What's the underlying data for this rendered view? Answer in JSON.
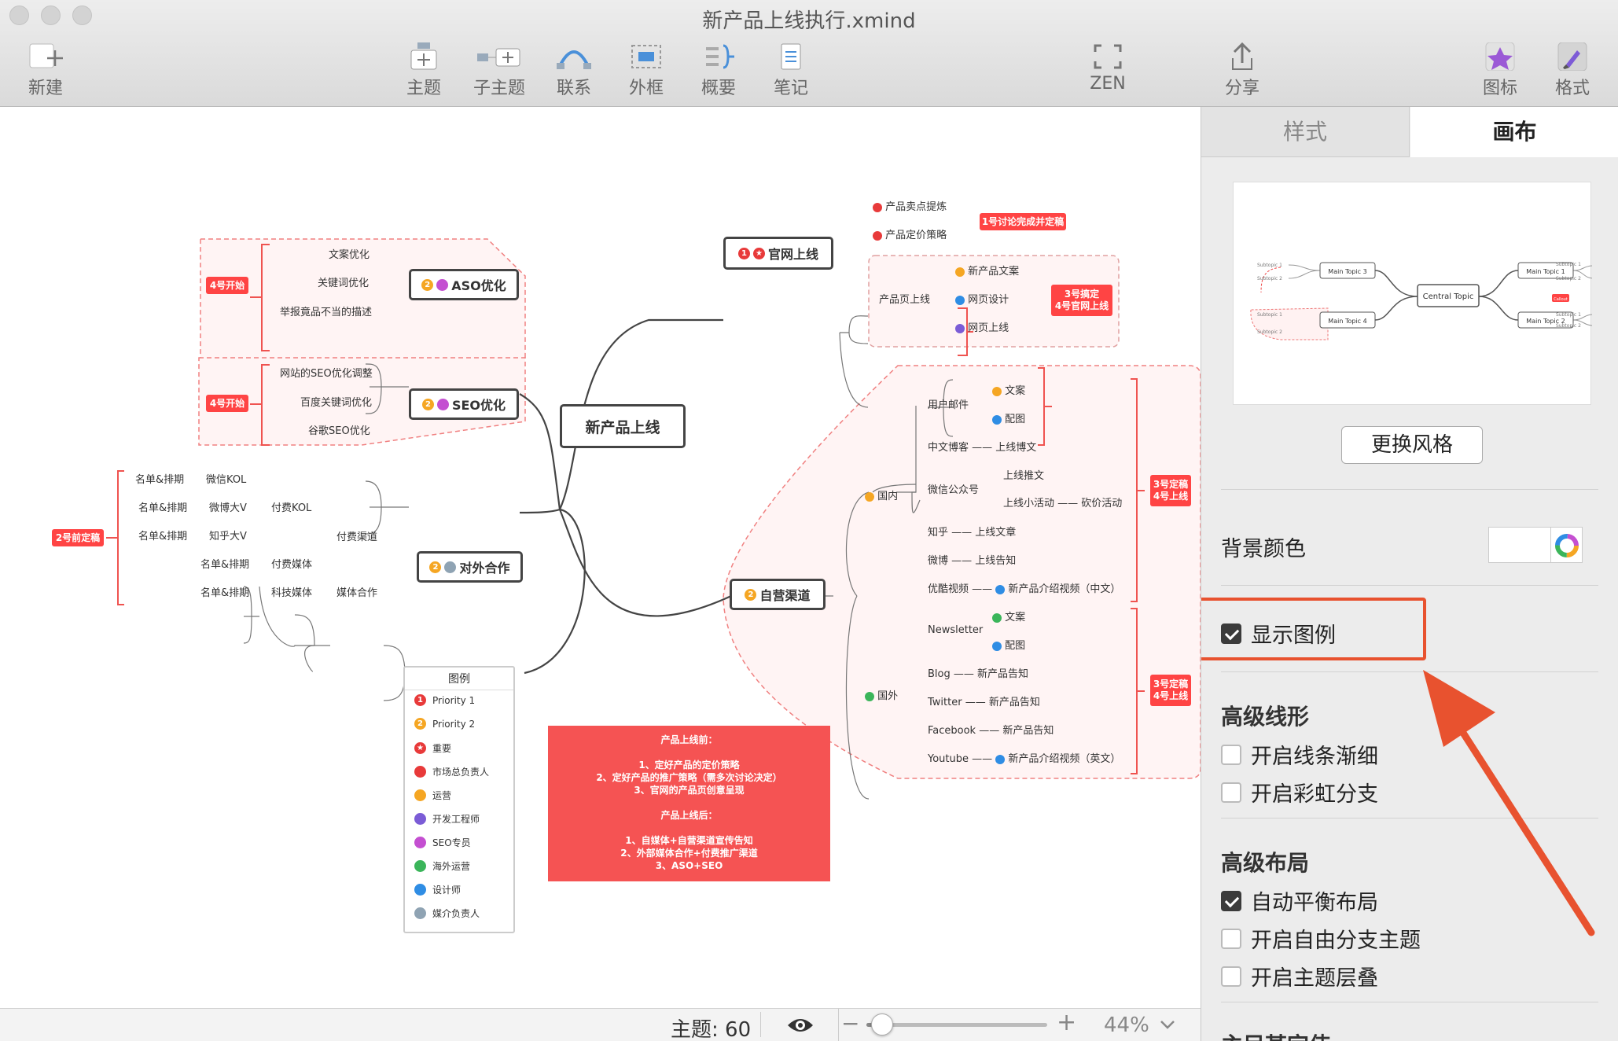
{
  "window": {
    "title": "新产品上线执行.xmind"
  },
  "toolbar": {
    "new": "新建",
    "topic": "主题",
    "subtopic": "子主题",
    "relation": "联系",
    "boundary": "外框",
    "summary": "概要",
    "note": "笔记",
    "zen": "ZEN",
    "share": "分享",
    "icon": "图标",
    "format": "格式"
  },
  "map": {
    "central": "新产品上线",
    "official": {
      "title": "官网上线",
      "sell": "产品卖点提炼",
      "price": "产品定价策略",
      "pill1": "1号讨论完成并定稿",
      "page": "产品页上线",
      "copy": "新产品文案",
      "design": "网页设计",
      "online": "网页上线",
      "pill2a": "3号搞定",
      "pill2b": "4号官网上线"
    },
    "aso": {
      "title": "ASO优化",
      "pill": "4号开始",
      "i1": "文案优化",
      "i2": "关键词优化",
      "i3": "举报竟品不当的描述"
    },
    "seo": {
      "title": "SEO优化",
      "pill": "4号开始",
      "i1": "网站的SEO优化调整",
      "i2": "百度关键词优化",
      "i3": "谷歌SEO优化"
    },
    "external": {
      "title": "对外合作",
      "pill": "2号前定稿",
      "paid": "付费渠道",
      "kol": "付费KOL",
      "weibo_kol": "微信KOL",
      "weibo_v": "微博大V",
      "zhihu_v": "知乎大V",
      "rank": "名单&排期",
      "media": "付费媒体",
      "tech": "科技媒体",
      "media_coop": "媒体合作"
    },
    "self": {
      "title": "自营渠道",
      "domestic": "国内",
      "abroad": "国外",
      "email": "用户邮件",
      "wenan": "文案",
      "peitu": "配图",
      "cnblog": "中文博客",
      "blogpost": "上线博文",
      "wechat": "微信公众号",
      "tuiwen": "上线推文",
      "activity": "上线小活动",
      "kanjia": "砍价活动",
      "zhihu": "知乎",
      "zhihuart": "上线文章",
      "weibo": "微博",
      "weibonote": "上线告知",
      "youku": "优酷视频",
      "video_cn": "新产品介绍视频（中文）",
      "newsletter": "Newsletter",
      "blog": "Blog",
      "twitter": "Twitter",
      "facebook": "Facebook",
      "youtube": "Youtube",
      "notice": "新产品告知",
      "video_en": "新产品介绍视频（英文）",
      "pill_a1": "3号定稿",
      "pill_a2": "4号上线"
    },
    "legend": {
      "title": "图例",
      "items": [
        "Priority 1",
        "Priority 2",
        "重要",
        "市场总负责人",
        "运营",
        "开发工程师",
        "SEO专员",
        "海外运营",
        "设计师",
        "媒介负责人"
      ]
    },
    "note": {
      "lines": [
        "产品上线前：",
        "",
        "1、定好产品的定价策略",
        "2、定好产品的推广策略（需多次讨论决定）",
        "3、官网的产品页创意呈现",
        "",
        "产品上线后：",
        "",
        "1、自媒体+自营渠道宣传告知",
        "2、外部媒体合作+付费推广渠道",
        "3、ASO+SEO"
      ]
    }
  },
  "status": {
    "topics": "主题: 60",
    "zoom": "44%",
    "zoom_level": 44
  },
  "sidebar": {
    "tab_style": "样式",
    "tab_canvas": "画布",
    "preview": {
      "central": "Central Topic",
      "mt1": "Main Topic 1",
      "mt2": "Main Topic 2",
      "mt3": "Main Topic 3",
      "mt4": "Main Topic 4",
      "sub1": "Subtopic 1",
      "sub2": "Subtopic 2",
      "callout": "Callout"
    },
    "change_style": "更换风格",
    "bg_color": "背景颜色",
    "show_legend": "显示图例",
    "adv_line": "高级线形",
    "taper": "开启线条渐细",
    "rainbow": "开启彩虹分支",
    "adv_layout": "高级布局",
    "auto_balance": "自动平衡布局",
    "free_branch": "开启自由分支主题",
    "overlap": "开启主题层叠",
    "more": "主目某定伟"
  },
  "colors": {
    "accent": "#e8522f",
    "pill": "#f44444",
    "p1": "#e83a3a",
    "p2": "#f5a623",
    "blue": "#2f8de4",
    "purple": "#7b5cd6",
    "green": "#3bb55a",
    "gray": "#8fa3b3",
    "magenta": "#c44fd1"
  }
}
